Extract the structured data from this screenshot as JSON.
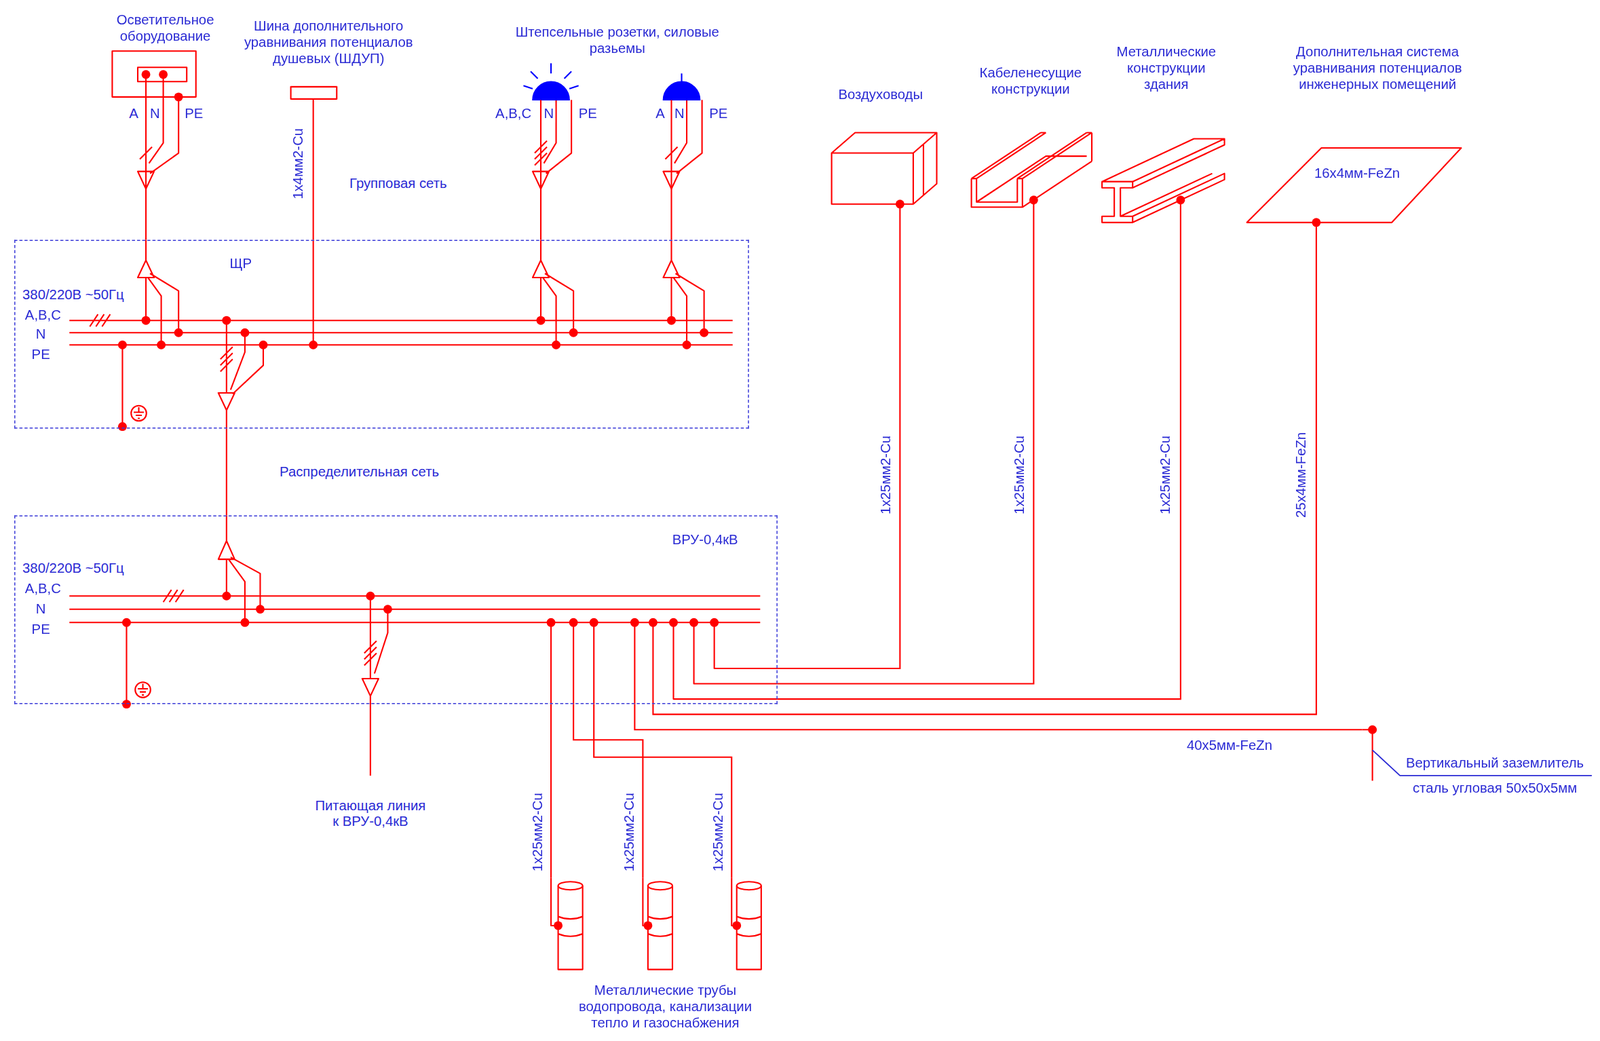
{
  "diagram": {
    "nodes": [
      {
        "text": [
          "ЩР"
        ]
      },
      {
        "text": [
          "ВРУ-0,4кВ"
        ]
      },
      {
        "text": [
          "Осветительное оборудование"
        ]
      },
      {
        "text": [
          "Шина дополнительного уравнивания потенциалов душевых (ШДУП)"
        ]
      },
      {
        "text": [
          "Штепсельные розетки, силовые разьемы"
        ]
      },
      {
        "text": [
          "Воздуховоды"
        ]
      },
      {
        "text": [
          "Кабеленесущие конструкции"
        ]
      },
      {
        "text": [
          "Металлические конструкции здания"
        ]
      },
      {
        "text": [
          "Дополнительная система уравнивания потенциалов инженерных помещений",
          "16x4мм-FeZn"
        ]
      },
      {
        "text": [
          "Металлические трубы водопровода, канализации тепло и газоснабжения"
        ]
      },
      {
        "text": [
          "Вертикальный заземлитель",
          "сталь угловая 50x50x5мм"
        ]
      }
    ],
    "edges": [
      {
        "from": 0,
        "to": 2,
        "arrow": "none"
      },
      {
        "from": 0,
        "to": 3,
        "label": "1x4мм2-Cu",
        "arrow": "none"
      },
      {
        "from": 0,
        "to": 4,
        "arrow": "none"
      },
      {
        "from": 0,
        "to": 4,
        "arrow": "none"
      },
      {
        "from": 1,
        "to": 0,
        "arrow": "none"
      },
      {
        "from": 1,
        "to": 5,
        "label": "1x25мм2-Cu",
        "arrow": "none"
      },
      {
        "from": 1,
        "to": 6,
        "label": "1x25мм2-Cu",
        "arrow": "none"
      },
      {
        "from": 1,
        "to": 7,
        "label": "1x25мм2-Cu",
        "arrow": "none"
      },
      {
        "from": 1,
        "to": 8,
        "label": "25x4мм-FeZn",
        "arrow": "none"
      },
      {
        "from": 1,
        "to": 10,
        "label": "40x5мм-FeZn",
        "arrow": "none"
      },
      {
        "from": 1,
        "to": 9,
        "label": "1x25мм2-Cu",
        "arrow": "none"
      },
      {
        "from": 1,
        "to": 9,
        "label": "1x25мм2-Cu",
        "arrow": "none"
      },
      {
        "from": 1,
        "to": 9,
        "label": "1x25мм2-Cu",
        "arrow": "none"
      }
    ],
    "labels": [
      "Групповая сеть",
      "Распределительная сеть",
      "380/220В ~50Гц",
      "A,B,C",
      "N",
      "PE",
      "380/220В ~50Гц",
      "A,B,C",
      "N",
      "PE",
      "A",
      "N",
      "PE",
      "A,B,C",
      "N",
      "PE",
      "A",
      "N",
      "PE",
      "Питающая линия к ВРУ-0,4кВ"
    ]
  }
}
